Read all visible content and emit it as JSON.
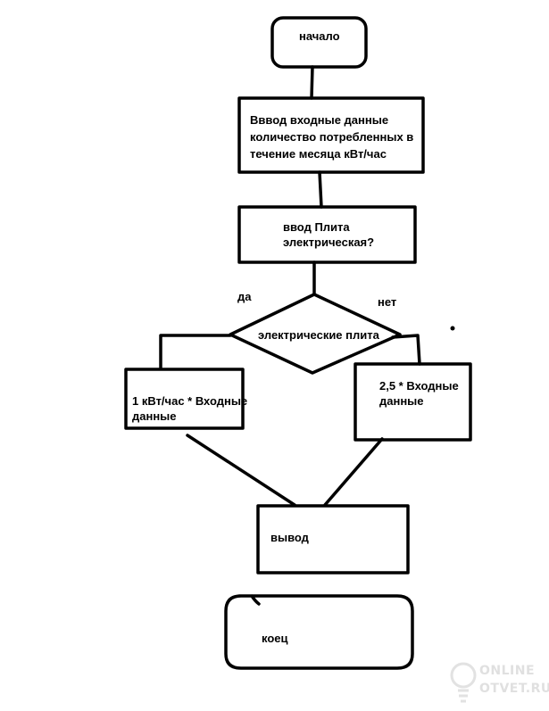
{
  "diagram": {
    "start_label": "начало",
    "input_label_line1": "Вввод входные данные",
    "input_label_line2": "количество потребленных в",
    "input_label_line3": "течение месяца кВт/час",
    "stove_input_line1": "ввод Плита",
    "stove_input_line2": "электрическая?",
    "decision_label": "электрические плита",
    "yes_label": "да",
    "no_label": "нет",
    "yes_calc_line1": "1 кВт/час * Входные",
    "yes_calc_line2": "данные",
    "no_calc_line1": "2,5 * Входные",
    "no_calc_line2": "данные",
    "output_label": "вывод",
    "end_label": "коец"
  },
  "watermark": {
    "line1": "ONLINE",
    "line2": "OTVET.RU",
    "color": "#e0e0e0"
  },
  "colors": {
    "stroke": "#000000",
    "background": "#ffffff"
  }
}
